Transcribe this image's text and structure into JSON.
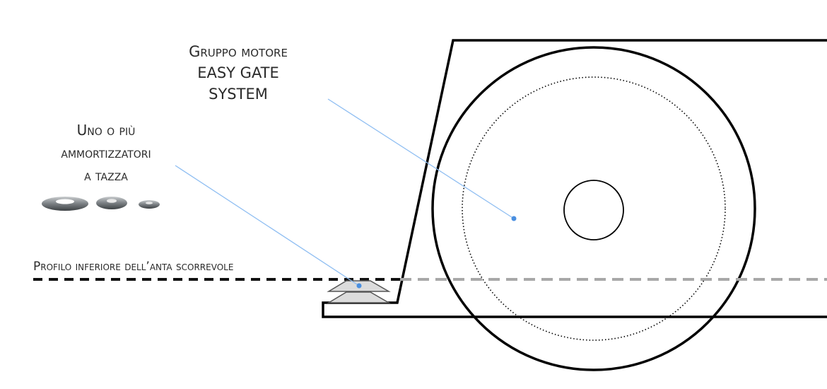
{
  "labels": {
    "motor_group": {
      "line1": "Gruppo motore",
      "line2": "EASY GATE",
      "line3": "SYSTEM"
    },
    "dampers": {
      "line1": "Uno o più",
      "line2": "ammortizzatori",
      "line3": "a tazza"
    },
    "profile": "Profilo inferiore dell’anta scorrevole"
  },
  "colors": {
    "outline": "#000000",
    "leader_line": "#8fbef2",
    "leader_dot": "#4a8fe0",
    "profile_dashed_left": "#111111",
    "profile_dashed_right": "#a8a8a8",
    "damper_fill": "#d8d8d8",
    "washer_dark": "#4f5458",
    "washer_light": "#b9bdc0"
  }
}
